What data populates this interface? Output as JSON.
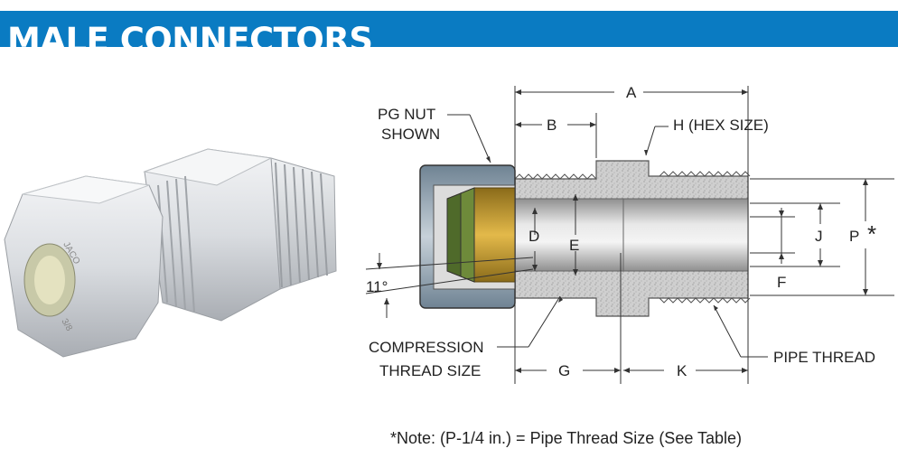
{
  "header": {
    "title": "MALE CONNECTORS",
    "color": "#0a7bc2"
  },
  "photo": {
    "alt": "White plastic male connector with compression nut",
    "nut_marking_1": "JACO",
    "nut_marking_2": "3/8"
  },
  "diagram": {
    "labels": {
      "pg_nut_line1": "PG NUT",
      "pg_nut_line2": "SHOWN",
      "A": "A",
      "B": "B",
      "H": "H (HEX SIZE)",
      "D": "D",
      "E": "E",
      "J": "J",
      "P": "P",
      "asterisk": "*",
      "F": "F",
      "angle": "11°",
      "compression_line1": "COMPRESSION",
      "compression_line2": "THREAD SIZE",
      "G": "G",
      "K": "K",
      "pipe_thread": "PIPE THREAD"
    }
  },
  "note": "*Note: (P-1/4 in.) = Pipe Thread Size (See Table)"
}
